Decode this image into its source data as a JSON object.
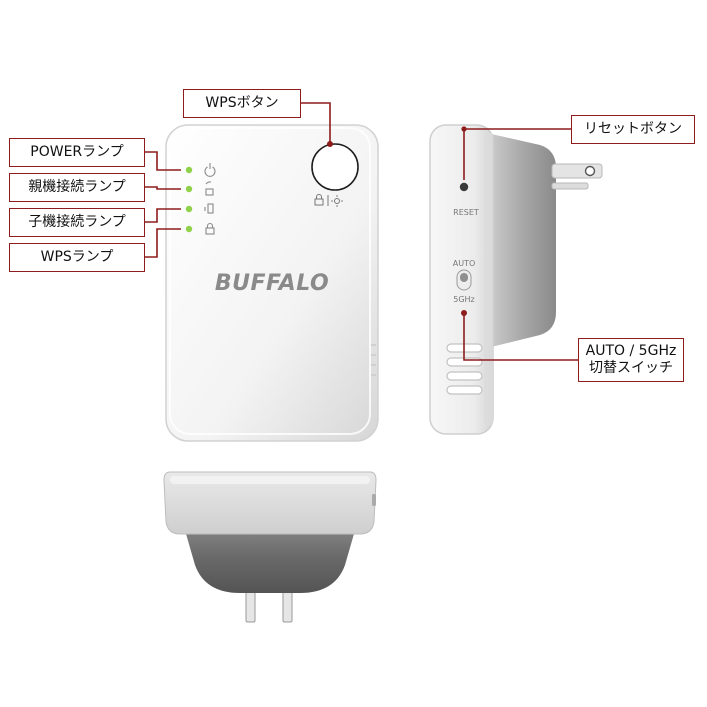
{
  "labels": {
    "power_lamp": "POWERランプ",
    "parent_lamp": "親機接続ランプ",
    "child_lamp": "子機接続ランプ",
    "wps_lamp": "WPSランプ",
    "wps_button": "WPSボタン",
    "reset_button": "リセットボタン",
    "auto_switch_line1": "AUTO / 5GHz",
    "auto_switch_line2": "切替スイッチ"
  },
  "device": {
    "brand": "BUFFALO",
    "reset_text": "RESET",
    "auto_text": "AUTO",
    "ghz_text": "5GHz"
  },
  "colors": {
    "callout": "#8e1c1c",
    "led": "#8fd24a",
    "body": "#f4f4f4",
    "shadow": "#c9c9c9"
  }
}
